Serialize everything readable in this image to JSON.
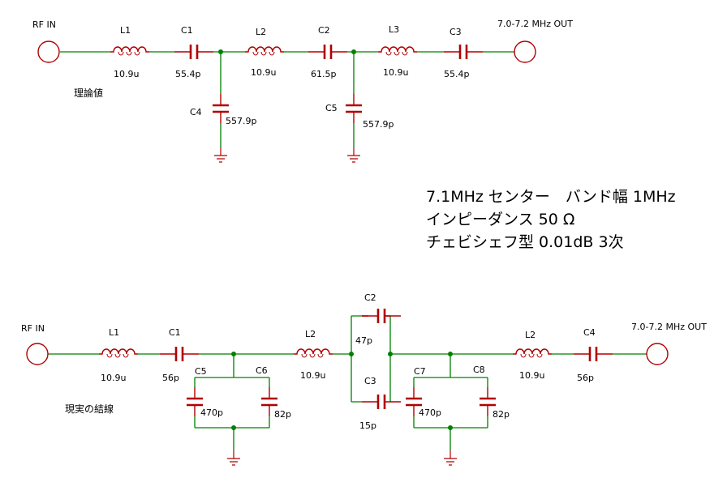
{
  "top": {
    "input_label": "RF IN",
    "output_label": "7.0-7.2 MHz OUT",
    "note": "理論値",
    "components": [
      {
        "ref": "L1",
        "value": "10.9u"
      },
      {
        "ref": "C1",
        "value": "55.4p"
      },
      {
        "ref": "L2",
        "value": "10.9u"
      },
      {
        "ref": "C2",
        "value": "61.5p"
      },
      {
        "ref": "L3",
        "value": "10.9u"
      },
      {
        "ref": "C3",
        "value": "55.4p"
      },
      {
        "ref": "C4",
        "value": "557.9p"
      },
      {
        "ref": "C5",
        "value": "557.9p"
      }
    ]
  },
  "spec": {
    "line1": "7.1MHz センター　バンド幅 1MHz",
    "line2": "インピーダンス 50 Ω",
    "line3": "チェビシェフ型 0.01dB  3次"
  },
  "bottom": {
    "input_label": "RF IN",
    "output_label": "7.0-7.2 MHz OUT",
    "note": "現実の結線",
    "components": [
      {
        "ref": "L1",
        "value": "10.9u"
      },
      {
        "ref": "C1",
        "value": "56p"
      },
      {
        "ref": "C5",
        "value": "470p"
      },
      {
        "ref": "C6",
        "value": "82p"
      },
      {
        "ref": "L2",
        "value": "10.9u"
      },
      {
        "ref": "C2",
        "value": "47p"
      },
      {
        "ref": "C3",
        "value": "15p"
      },
      {
        "ref": "C7",
        "value": "470p"
      },
      {
        "ref": "C8",
        "value": "82p"
      },
      {
        "ref": "L2",
        "value": "10.9u"
      },
      {
        "ref": "C4",
        "value": "56p"
      }
    ]
  }
}
